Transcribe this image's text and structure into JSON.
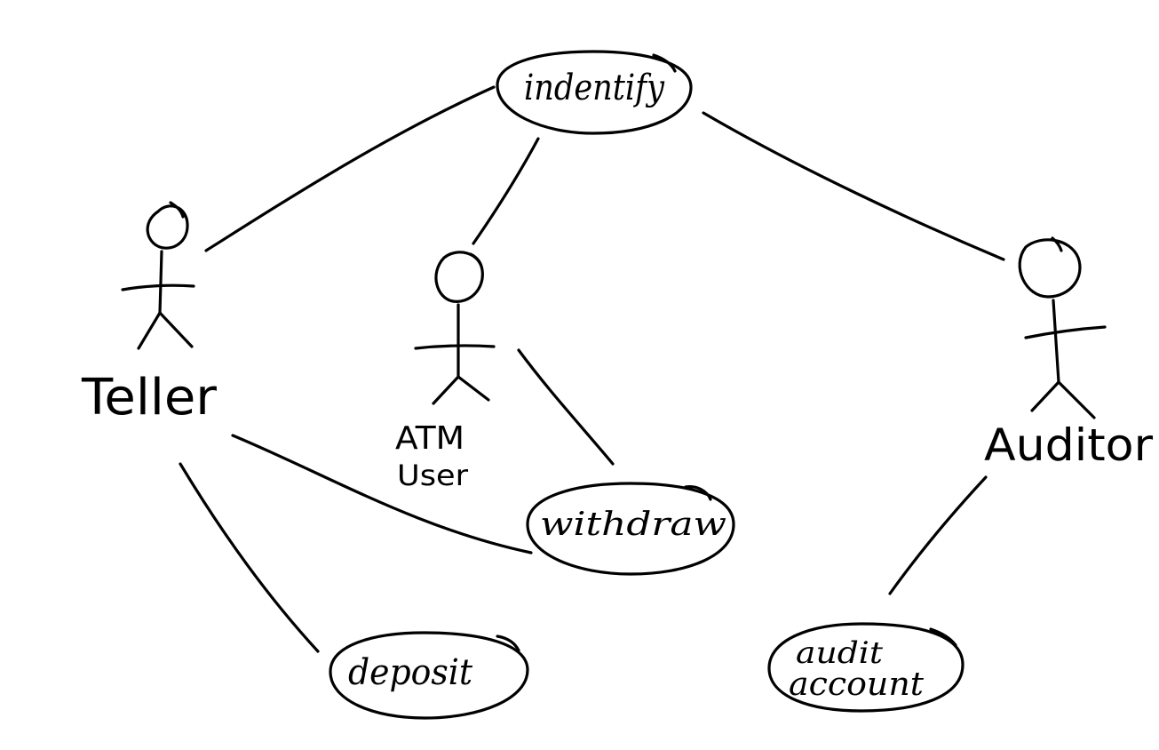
{
  "diagram": {
    "type": "use-case",
    "actors": [
      {
        "id": "teller",
        "label": "Teller"
      },
      {
        "id": "atm_user",
        "label_line1": "ATM",
        "label_line2": "User"
      },
      {
        "id": "auditor",
        "label": "Auditor"
      }
    ],
    "use_cases": [
      {
        "id": "identify",
        "label": "indentify"
      },
      {
        "id": "withdraw",
        "label": "withdraw"
      },
      {
        "id": "deposit",
        "label": "deposit"
      },
      {
        "id": "audit_account",
        "label_line1": "audit",
        "label_line2": "account"
      }
    ],
    "associations": [
      {
        "from": "teller",
        "to": "identify"
      },
      {
        "from": "atm_user",
        "to": "identify"
      },
      {
        "from": "auditor",
        "to": "identify"
      },
      {
        "from": "teller",
        "to": "withdraw"
      },
      {
        "from": "atm_user",
        "to": "withdraw"
      },
      {
        "from": "teller",
        "to": "deposit"
      },
      {
        "from": "auditor",
        "to": "audit_account"
      }
    ],
    "colors": {
      "ink": "#000000",
      "paper": "#ffffff"
    }
  }
}
